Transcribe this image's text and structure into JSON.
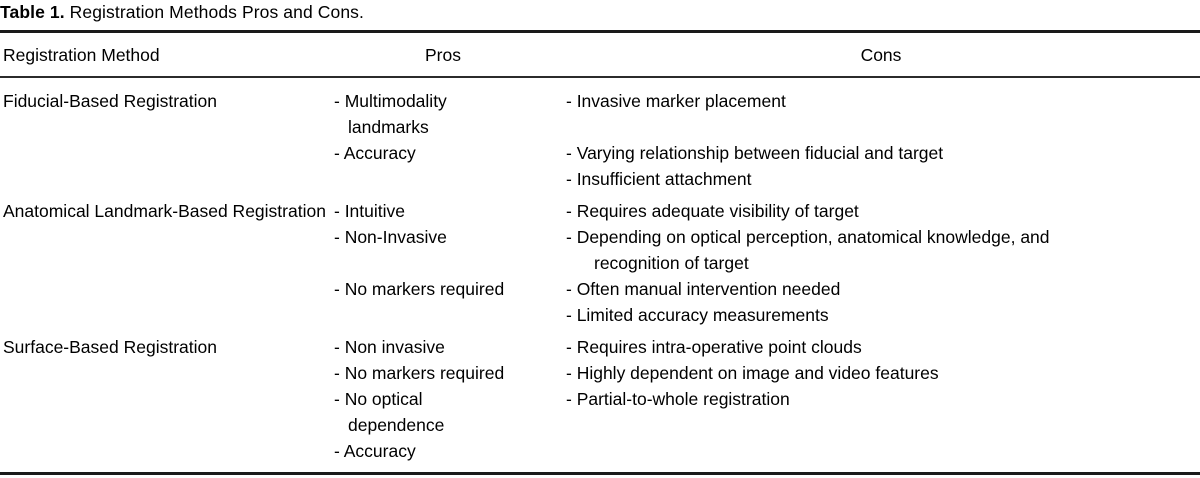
{
  "caption": {
    "label": "Table 1.",
    "text": "Registration Methods Pros and Cons."
  },
  "table": {
    "columns": [
      {
        "key": "method",
        "header": "Registration Method",
        "align": "left"
      },
      {
        "key": "pros",
        "header": "Pros",
        "align": "center"
      },
      {
        "key": "cons",
        "header": "Cons",
        "align": "center"
      }
    ],
    "rows": [
      {
        "method": "Fiducial-Based Registration",
        "pros": [
          "- Multimodality landmarks",
          "- Accuracy"
        ],
        "cons": [
          "- Invasive marker placement",
          "- Varying relationship between fiducial and target",
          "- Insufficient attachment"
        ],
        "pros_lines": [
          "- Multimodality",
          "landmarks",
          "- Accuracy",
          ""
        ],
        "cons_lines": [
          "- Invasive marker placement",
          "",
          "- Varying relationship between fiducial and target",
          "- Insufficient attachment"
        ]
      },
      {
        "method": "Anatomical Landmark-Based Registration",
        "pros": [
          "- Intuitive",
          "- Non-Invasive",
          "- No markers required"
        ],
        "cons": [
          "- Requires adequate visibility of target",
          "- Depending on optical perception, anatomical knowledge, and recognition of target",
          "- Often manual intervention needed",
          "- Limited accuracy measurements"
        ],
        "pros_lines": [
          "- Intuitive",
          "- Non-Invasive",
          "",
          "- No markers required",
          ""
        ],
        "cons_lines": [
          "- Requires adequate visibility of target",
          "- Depending on optical perception, anatomical knowledge, and",
          "recognition of target",
          "- Often manual intervention needed",
          "- Limited accuracy measurements"
        ]
      },
      {
        "method": "Surface-Based Registration",
        "pros": [
          "- Non invasive",
          "- No markers required",
          "- No optical dependence",
          "- Accuracy"
        ],
        "cons": [
          "- Requires intra-operative point clouds",
          "- Highly dependent on image and video features",
          "- Partial-to-whole registration"
        ],
        "pros_lines": [
          "- Non invasive",
          "- No markers required",
          "- No optical",
          "dependence",
          "- Accuracy"
        ],
        "cons_lines": [
          "- Requires intra-operative point clouds",
          "- Highly dependent on image and video features",
          "- Partial-to-whole registration",
          "",
          ""
        ]
      }
    ]
  },
  "style": {
    "rule_color": "#1a1a1a",
    "text_color": "#000000",
    "background": "#ffffff"
  }
}
